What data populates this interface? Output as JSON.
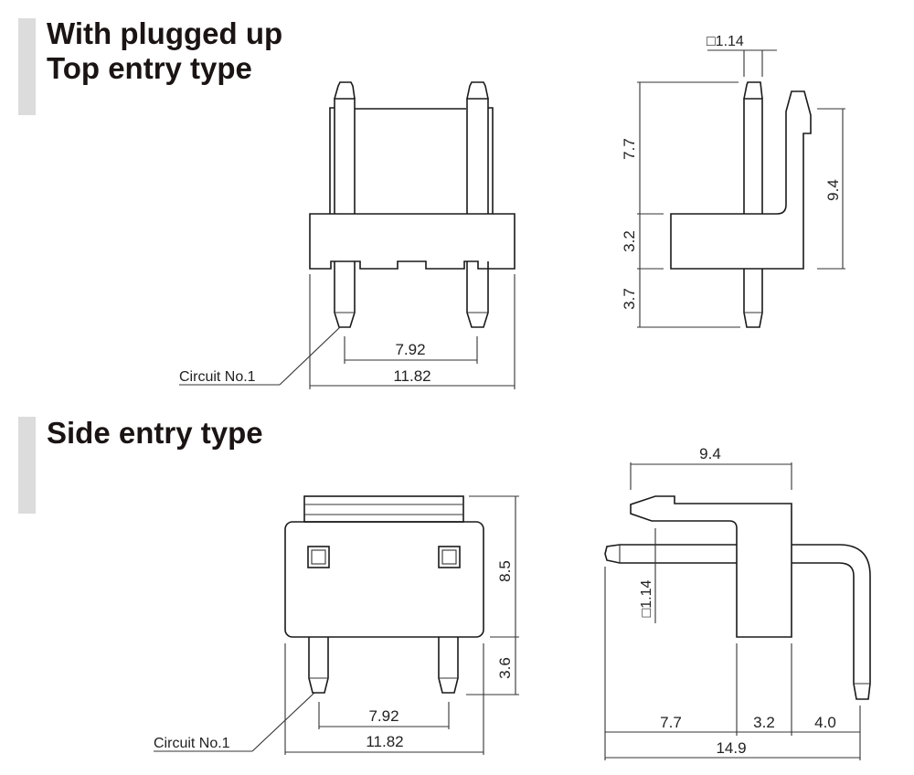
{
  "sections": [
    {
      "title_line1": "With plugged up",
      "title_line2": "Top entry type"
    },
    {
      "title_line1": "Side entry type"
    }
  ],
  "top_entry": {
    "front_view": {
      "pitch": "7.92",
      "overall_width": "11.82",
      "circuit_label": "Circuit No.1"
    },
    "side_view": {
      "pin_size": "□1.14",
      "upper_pin": "7.7",
      "housing_height": "3.2",
      "lower_pin": "3.7",
      "latch_height": "9.4"
    }
  },
  "side_entry": {
    "front_view": {
      "pitch": "7.92",
      "overall_width": "11.82",
      "circuit_label": "Circuit No.1",
      "housing_height": "8.5",
      "pin_length": "3.6"
    },
    "side_view": {
      "top_width": "9.4",
      "pin_size": "□1.14",
      "seg1": "7.7",
      "seg2": "3.2",
      "seg3": "4.0",
      "overall_length": "14.9"
    }
  }
}
